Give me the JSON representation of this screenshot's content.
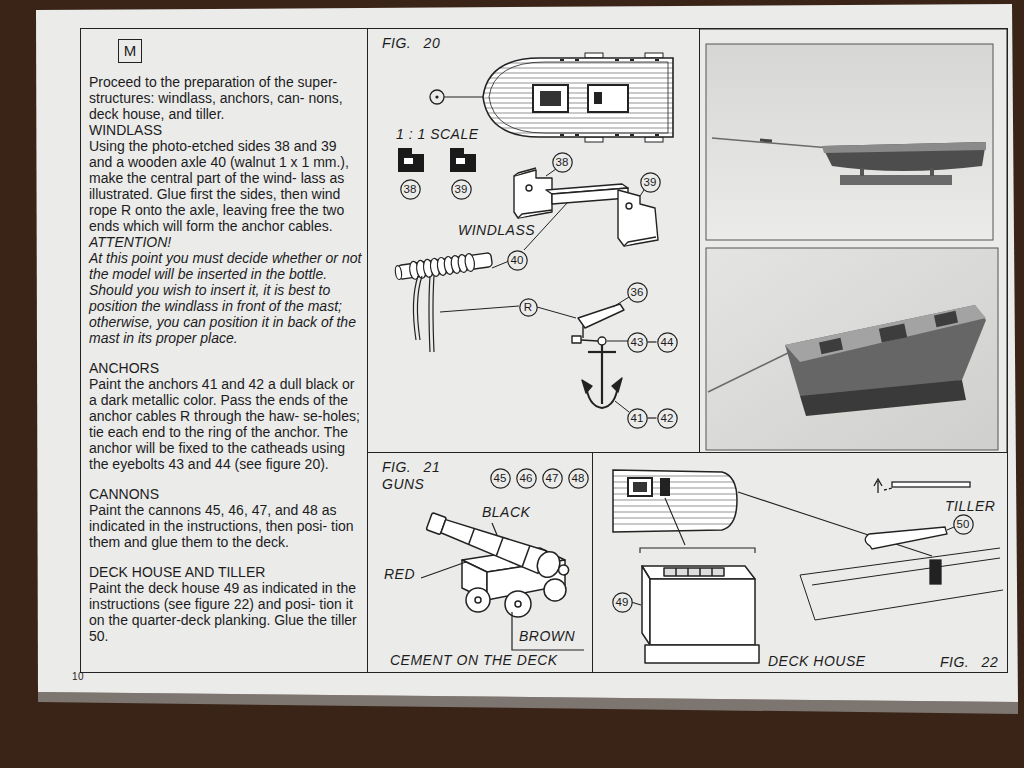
{
  "diagram": {
    "nodes": [
      {
        "text": [
          "Proceed to the preparation of the super- structures: windlass, anchors, can- nons, deck house, and tiller.",
          "WINDLASS",
          "Using the photo-etched sides 38 and 39 and a wooden axle 40 (walnut 1 x 1 mm.), make the central part of the wind- lass as illustrated. Glue first the sides, then wind rope R onto the axle, leaving free the two ends which will form the anchor cables.",
          "ATTENTION!",
          "At this point you must decide whether or not the model will be inserted in the bottle. Should you wish to insert it, it is best to position the windlass in front of the mast; otherwise, you can position it in back of the mast in its proper place.",
          "ANCHORS",
          "Paint the anchors 41 and 42 a dull black or a dark metallic color. Pass the ends of the anchor cables R through the haw- se-holes; tie each end to the ring of the anchor. The anchor will be fixed to the catheads using the eyebolts 43 and 44 (see figure 20).",
          "CANNONS",
          "Paint the cannons 45, 46, 47, and 48 as indicated in the instructions, then posi- tion them and glue them to the deck.",
          "DECK HOUSE AND TILLER",
          "Paint the deck house 49 as indicated in the instructions (see figure 22) and posi- tion it on the quarter-deck planking. Glue the tiller 50."
        ]
      },
      {
        "text": [
          "M"
        ],
        "in": 0
      },
      {
        "text": [
          "FIG. 20"
        ]
      },
      {
        "text": [
          "38"
        ],
        "in": 2
      },
      {
        "text": [
          "39"
        ],
        "in": 2
      },
      {
        "text": [
          "38"
        ],
        "in": 2
      },
      {
        "text": [
          "39"
        ],
        "in": 2
      },
      {
        "text": [
          "40"
        ],
        "in": 2
      },
      {
        "text": [
          "R"
        ],
        "in": 2
      },
      {
        "text": [
          "36"
        ],
        "in": 2
      },
      {
        "text": [
          "43"
        ],
        "in": 2
      },
      {
        "text": [
          "44"
        ],
        "in": 2
      },
      {
        "text": [
          "41"
        ],
        "in": 2
      },
      {
        "text": [
          "42"
        ],
        "in": 2
      },
      {
        "text": [
          "FIG. 21",
          "GUNS"
        ]
      },
      {
        "text": [
          "45"
        ],
        "in": 14
      },
      {
        "text": [
          "46"
        ],
        "in": 14
      },
      {
        "text": [
          "47"
        ],
        "in": 14
      },
      {
        "text": [
          "48"
        ],
        "in": 14
      },
      {
        "text": [
          "FIG. 22"
        ]
      },
      {
        "text": [
          "49"
        ],
        "in": 19
      },
      {
        "text": [
          "50"
        ],
        "in": 19
      }
    ],
    "edges": [
      {
        "from": 10,
        "to": 11,
        "arrow": "none"
      },
      {
        "from": 12,
        "to": 13,
        "arrow": "none"
      }
    ],
    "labels": [
      "1 : 1 SCALE",
      "WINDLASS",
      "BLACK",
      "RED",
      "BROWN",
      "CEMENT ON THE DECK",
      "DECK HOUSE",
      "TILLER",
      "10"
    ]
  }
}
